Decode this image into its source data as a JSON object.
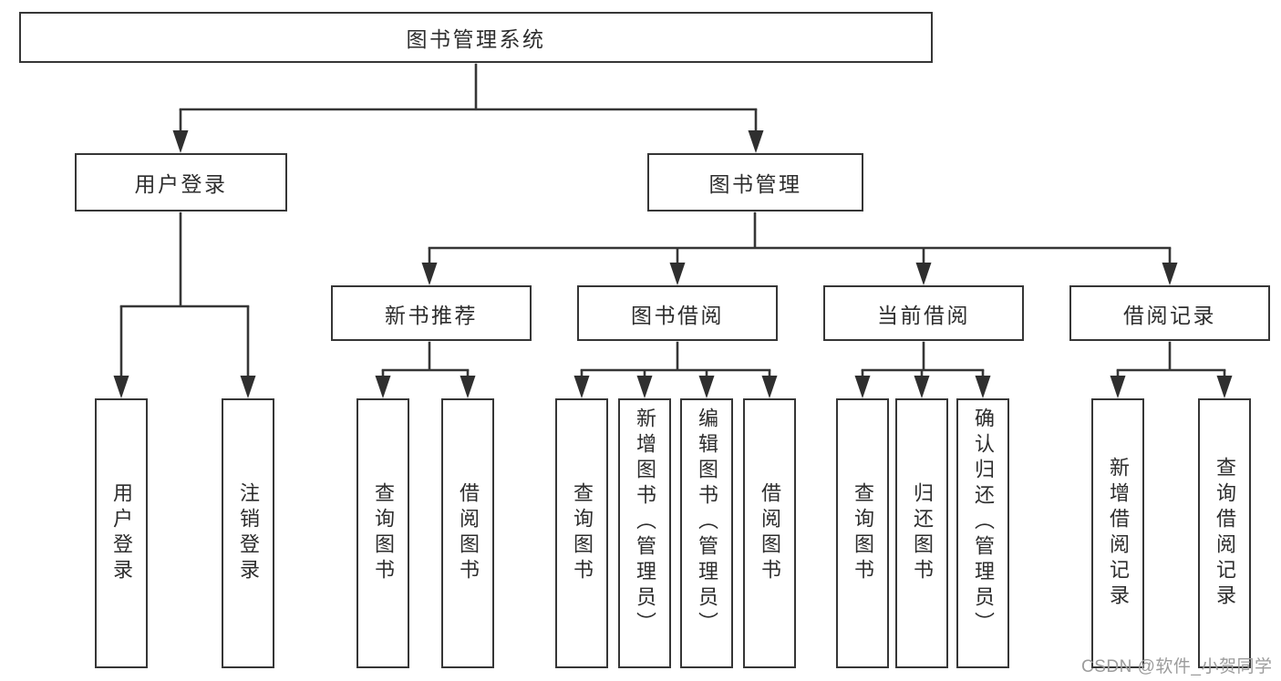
{
  "diagram": {
    "root": "图书管理系统",
    "branches": {
      "user_login": "用户登录",
      "book_mgmt": "图书管理"
    },
    "modules": {
      "new_books": "新书推荐",
      "book_borrow": "图书借阅",
      "current_borrow": "当前借阅",
      "borrow_records": "借阅记录"
    },
    "leaves": {
      "user_login": "用户登录",
      "logout": "注销登录",
      "nb_query_books": "查询图书",
      "nb_borrow_books": "借阅图书",
      "bb_query_books": "查询图书",
      "bb_add_books_admin": "新增图书（管理员）",
      "bb_edit_books_admin": "编辑图书（管理员）",
      "bb_borrow_books": "借阅图书",
      "cb_query_books": "查询图书",
      "cb_return_books": "归还图书",
      "cb_confirm_return_admin": "确认归还（管理员）",
      "rec_add_record": "新增借阅记录",
      "rec_query_record": "查询借阅记录"
    }
  },
  "watermark": "CSDN @软件_小贺同学",
  "colors": {
    "line": "#363636",
    "arrow": "#2f2f2f",
    "text": "#2d2d2d",
    "watermark": "#9c9c9c",
    "background": "#ffffff"
  }
}
